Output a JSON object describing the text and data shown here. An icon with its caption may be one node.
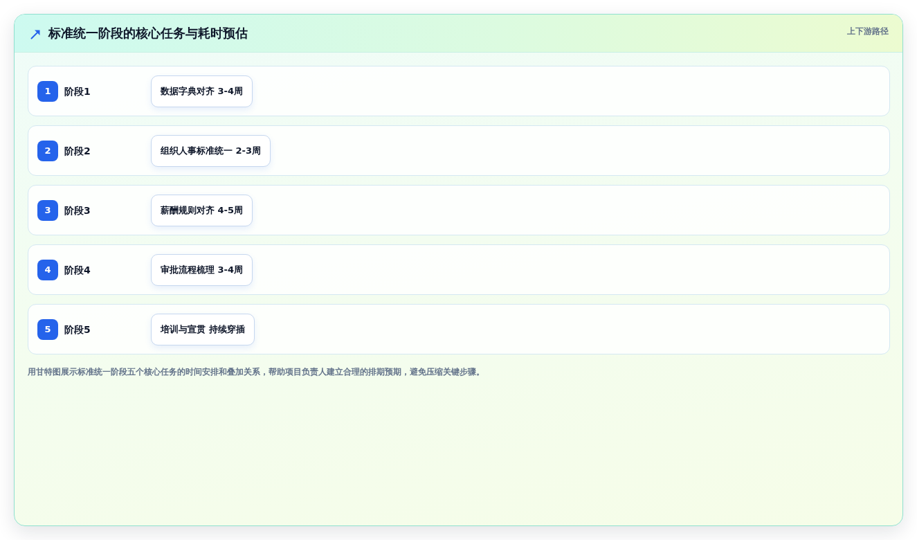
{
  "diagram": {
    "title": "标准统一阶段的核心任务与耗时预估",
    "caption": "用甘特图展示标准统一阶段五个核心任务的时间安排和叠加关系，帮助项目负责人建立合理的排期预期，避免压缩关键步骤。",
    "nodes": [
      {
        "text": [
          "阶段1"
        ]
      },
      {
        "text": [
          "1"
        ],
        "in": 0
      },
      {
        "text": [
          "数据字典对齐 3-4周"
        ],
        "in": 0
      },
      {
        "text": [
          "阶段2"
        ]
      },
      {
        "text": [
          "2"
        ],
        "in": 3
      },
      {
        "text": [
          "组织人事标准统一 2-3周"
        ],
        "in": 3
      },
      {
        "text": [
          "阶段3"
        ]
      },
      {
        "text": [
          "3"
        ],
        "in": 6
      },
      {
        "text": [
          "薪酬规则对齐 4-5周"
        ],
        "in": 6
      },
      {
        "text": [
          "阶段4"
        ]
      },
      {
        "text": [
          "4"
        ],
        "in": 9
      },
      {
        "text": [
          "审批流程梳理 3-4周"
        ],
        "in": 9
      },
      {
        "text": [
          "阶段5"
        ]
      },
      {
        "text": [
          "5"
        ],
        "in": 12
      },
      {
        "text": [
          "培训与宣贯 持续穿插"
        ],
        "in": 12
      }
    ],
    "edges": [],
    "labels": [
      "上下游路径"
    ]
  }
}
